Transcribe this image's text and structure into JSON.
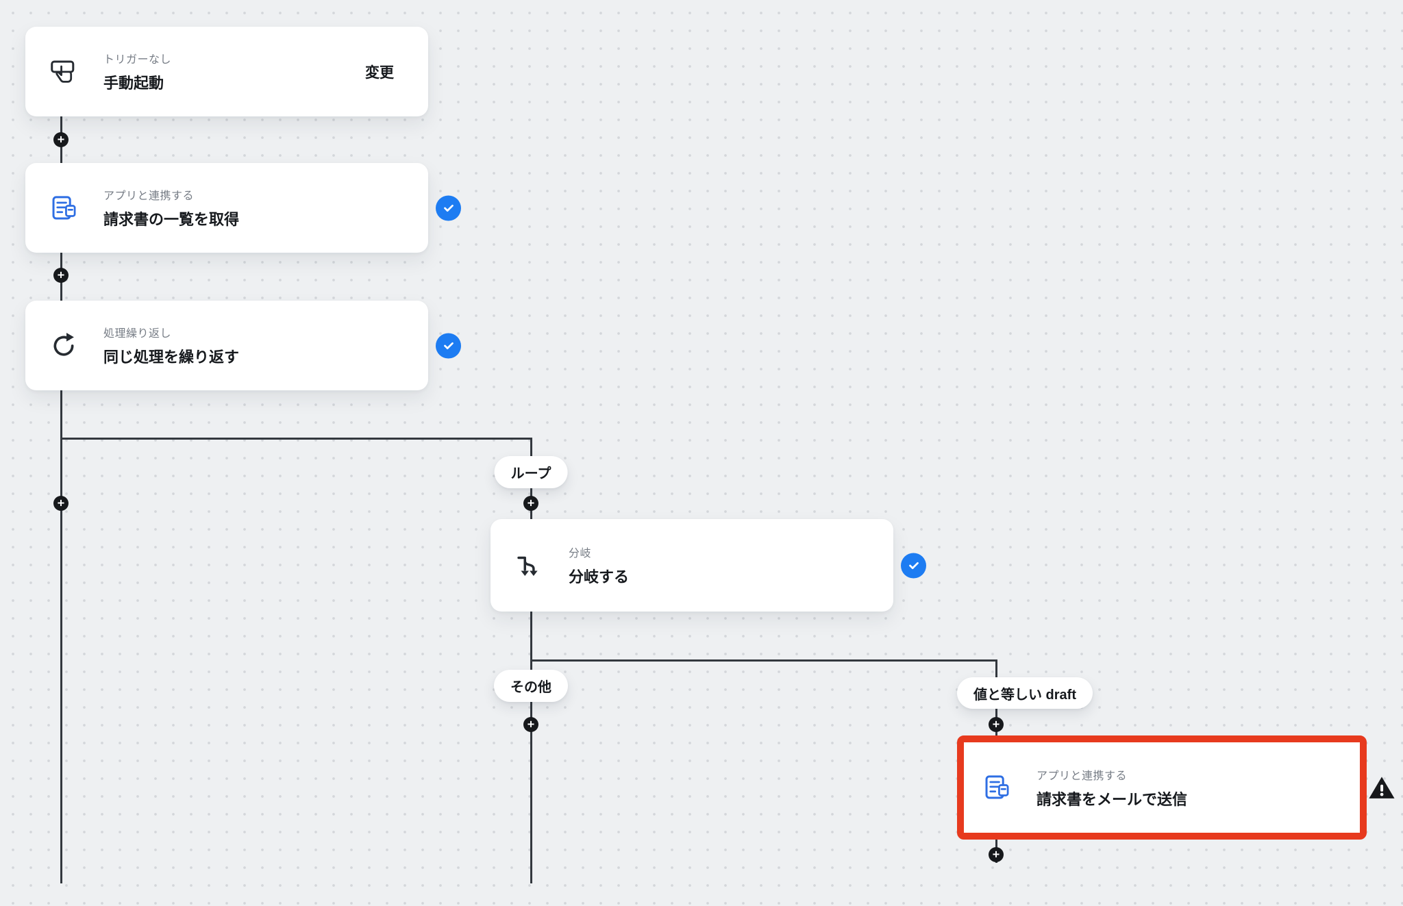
{
  "nodes": [
    {
      "category": "トリガーなし",
      "title": "手動起動",
      "action": "変更"
    },
    {
      "category": "アプリと連携する",
      "title": "請求書の一覧を取得"
    },
    {
      "category": "処理繰り返し",
      "title": "同じ処理を繰り返す"
    },
    {
      "category": "分岐",
      "title": "分岐する"
    },
    {
      "category": "アプリと連携する",
      "title": "請求書をメールで送信"
    }
  ],
  "pills": {
    "loop": "ループ",
    "other": "その他",
    "draft": "値と等しい draft"
  },
  "glyphs": {
    "plus": "+"
  },
  "colors": {
    "background": "#eef0f2",
    "dot": "#d3d6da",
    "line": "#33383e",
    "check_badge": "#1d7cf2",
    "icon_blue": "#2e6ee3",
    "icon_dark": "#262b31",
    "highlight": "#e73a1e",
    "title": "#16191d",
    "category": "#767c85"
  }
}
